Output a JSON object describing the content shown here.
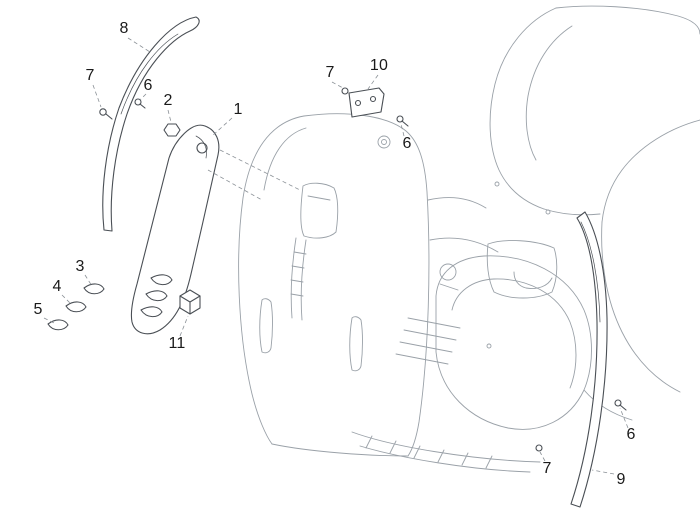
{
  "diagram": {
    "type": "exploded-parts-diagram",
    "subject": "scooter front shield and trim exploded view",
    "background": "#ffffff",
    "colors": {
      "body_line": "#9aa1a8",
      "part_line": "#4a4f55",
      "leader_line": "#8a9096",
      "label_text": "#1a1a1a"
    },
    "callouts": [
      {
        "label": "8"
      },
      {
        "label": "7"
      },
      {
        "label": "6"
      },
      {
        "label": "2"
      },
      {
        "label": "1"
      },
      {
        "label": "7"
      },
      {
        "label": "10"
      },
      {
        "label": "6"
      },
      {
        "label": "3"
      },
      {
        "label": "4"
      },
      {
        "label": "5"
      },
      {
        "label": "11"
      },
      {
        "label": "6"
      },
      {
        "label": "7"
      },
      {
        "label": "9"
      }
    ]
  }
}
